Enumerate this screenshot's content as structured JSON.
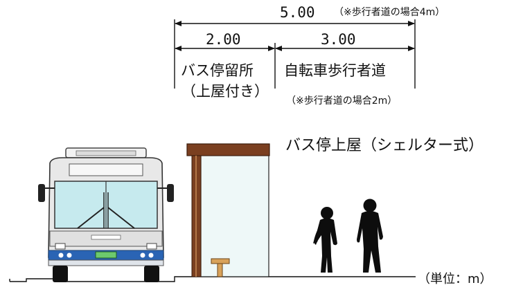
{
  "dimensions": {
    "total": "5.00",
    "total_note": "（※歩行者道の場合4m）",
    "bus_stop_width": "2.00",
    "lane_width": "3.00",
    "lane_note": "（※歩行者道の場合2m）"
  },
  "labels": {
    "bus_stop_line1": "バス停留所",
    "bus_stop_line2": "（上屋付き）",
    "lane": "自転車歩行者道",
    "shelter_title": "バス停上屋（シェルター式）",
    "unit": "（単位：m）"
  },
  "colors": {
    "shelter_roof": "#7a3f20",
    "shelter_glass": "#eef8f8",
    "bus_body": "#e8e8e8",
    "bus_windshield": "#c6eaee",
    "bus_stripe": "#2a64b4",
    "plate": "#6dc96d",
    "silhouette": "#0d0d0d",
    "bench": "#d8a25a"
  },
  "icons": {
    "bus": "bus-front-icon",
    "people": "pedestrian-silhouette-icon"
  }
}
